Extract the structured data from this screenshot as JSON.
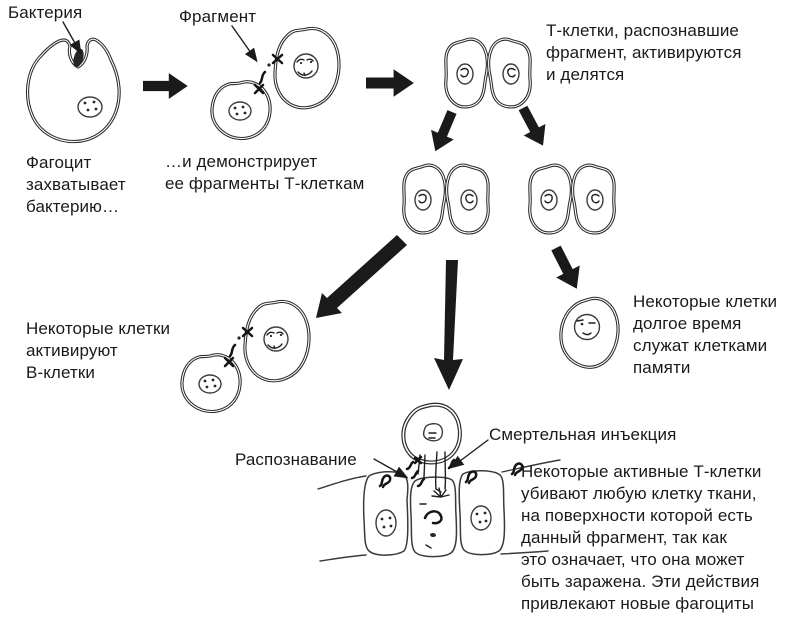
{
  "colors": {
    "background": "#ffffff",
    "ink": "#1a1a1a"
  },
  "labels": {
    "bacterium": "Бактерия",
    "fragment": "Фрагмент",
    "recognition": "Распознавание",
    "lethal_injection": "Смертельная инъекция"
  },
  "captions": {
    "phagocyte_engulfs": "Фагоцит\nзахватывает\nбактерию…",
    "demonstrates_fragments": "…и демонстрирует\nее фрагменты Т-клеткам",
    "t_cells_activate": "Т-клетки, распознавшие\nфрагмент, активируются\nи делятся",
    "activate_b_cells": "Некоторые клетки\nактивируют\nВ-клетки",
    "memory_cells": "Некоторые клетки\nдолгое время\nслужат клетками\nпамяти",
    "killer_t_cells": "Некоторые активные Т-клетки\nубивают любую клетку ткани,\nна поверхности которой есть\nданный фрагмент, так как\nэто означает, что она может\nбыть заражена. Эти действия\nпривлекают новые фагоциты"
  }
}
